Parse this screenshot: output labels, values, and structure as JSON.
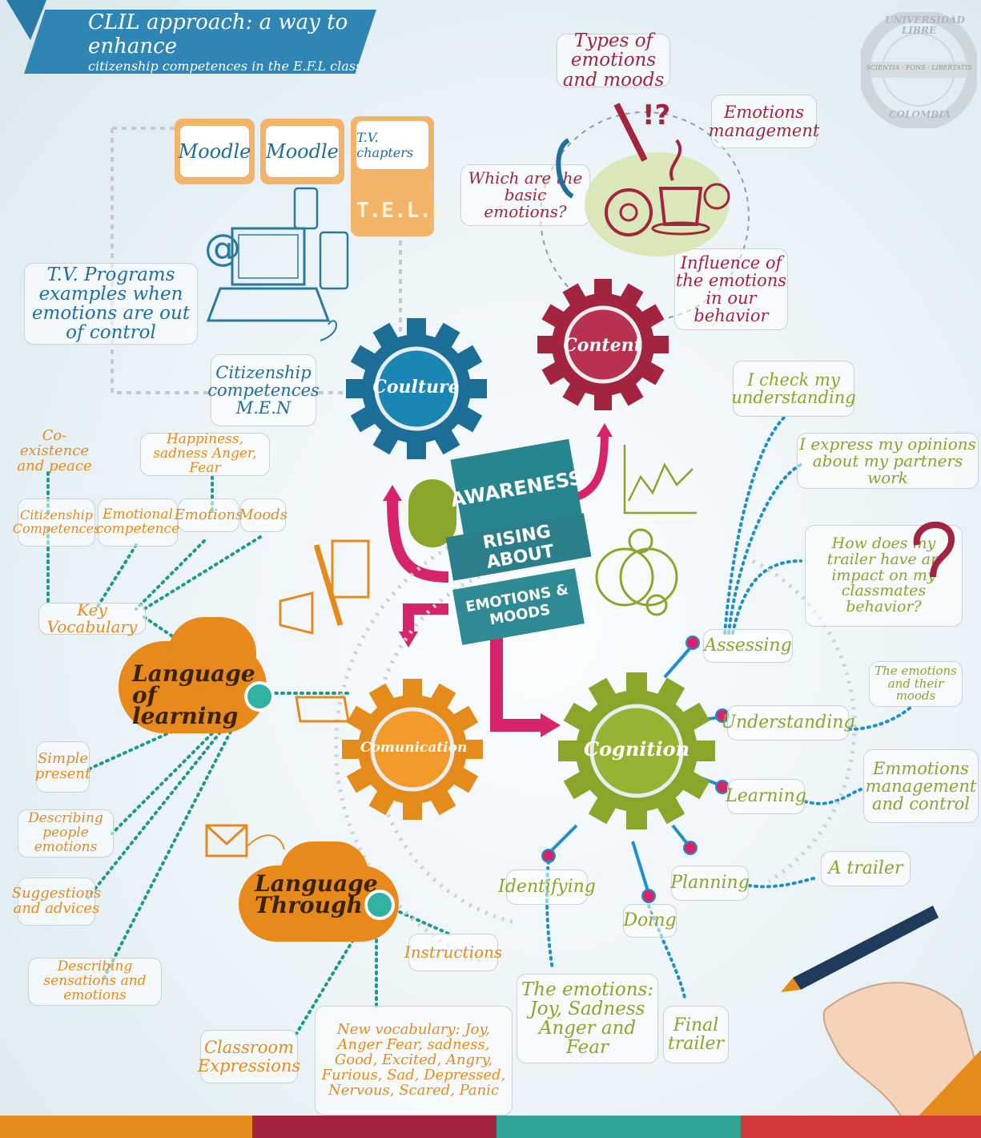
{
  "title": {
    "line1": "CLIL approach: a way to enhance",
    "line2": "citizenship competences in the E.F.L class."
  },
  "seal": {
    "top": "UNIVERSIDAD LIBRE",
    "bottom": "COLOMBIA",
    "middle": "SCIENTIA · FONS · LIBERTATIS"
  },
  "culture": {
    "label": "Coulture",
    "tiles": [
      "Moodle",
      "Moodle",
      "T.V. chapters"
    ],
    "tell": "T.E.L.L",
    "tv_programs": "T.V. Programs examples when emotions are out of control",
    "citizenship": "Citizenship competences M.E.N"
  },
  "content": {
    "label": "Content",
    "types": "Types of emotions and moods",
    "management": "Emotions management",
    "basic": "Which are the basic emotions?",
    "influence": "Influence of the emotions in our behavior"
  },
  "center": {
    "line1": "AWARENESS",
    "line2": "RISING ABOUT",
    "line3": "EMOTIONS & MOODS"
  },
  "communication": {
    "label": "Comunication",
    "language_of": "Language of learning",
    "language_through": "Language Through",
    "coexistence": "Co-existence and peace",
    "happiness": "Happiness, sadness Anger, Fear",
    "citizenship": "Citizenship Competences",
    "emotional": "Emotional competence",
    "emotions": "Emotions",
    "moods": "Moods",
    "key_vocab": "Key Vocabulary",
    "simple": "Simple present",
    "describing_people": "Describing people emotions",
    "suggestions": "Suggestions and advices",
    "describing_sensations": "Describing sensations and emotions",
    "classroom": "Classroom Expressions",
    "new_vocab": "New vocabulary: Joy, Anger Fear, sadness, Good, Excited, Angry, Furious, Sad, Depressed, Nervous, Scared, Panic",
    "instructions": "Instructions"
  },
  "cognition": {
    "label": "Cognition",
    "check": "I check my understanding",
    "express": "I express my opinions about my partners work",
    "impact": "How does my trailer have an impact on my classmates behavior?",
    "assessing": "Assessing",
    "understanding": "Understanding",
    "learning": "Learning",
    "planning": "Planning",
    "doing": "Doing",
    "identifying": "Identifying",
    "emotions_moods": "The emotions and their moods",
    "management": "Emmotions management and control",
    "trailer": "A trailer",
    "final": "Final trailer",
    "the_emotions": "The emotions: Joy, Sadness Anger and Fear"
  },
  "colors": {
    "blue": "#1f6fa0",
    "red": "#a3243f",
    "orange": "#e58b1c",
    "green": "#8aa62a",
    "pink": "#d7236a"
  }
}
